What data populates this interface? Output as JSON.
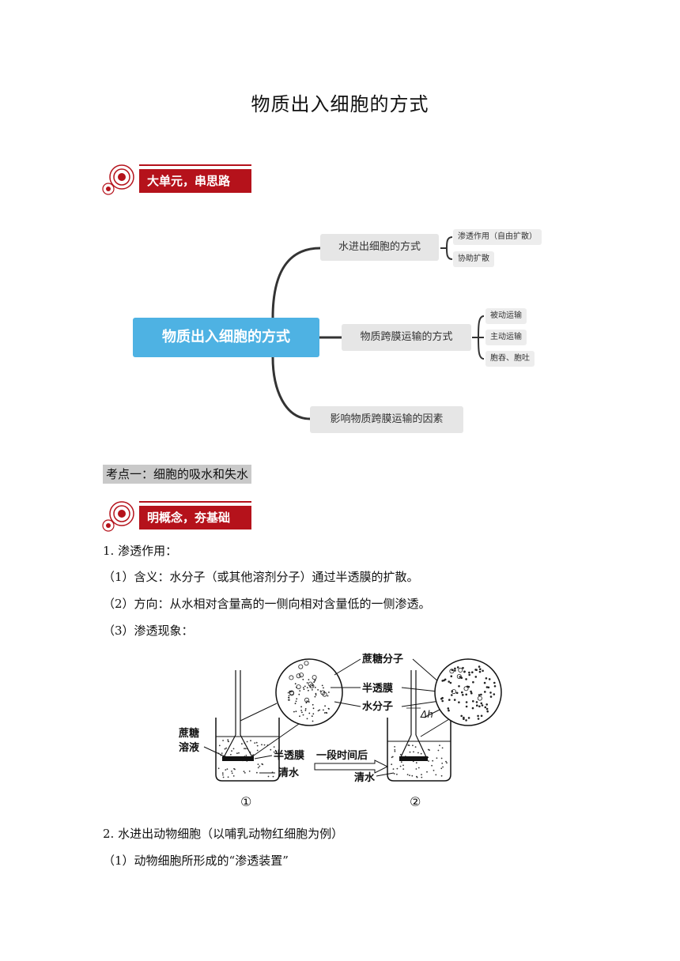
{
  "title": "物质出入细胞的方式",
  "banners": {
    "unit": "大单元，串思路",
    "concept": "明概念，夯基础"
  },
  "mindmap": {
    "root": "物质出入细胞的方式",
    "branches": [
      {
        "label": "水进出细胞的方式",
        "children": [
          "渗透作用（自由扩散）",
          "协助扩散"
        ]
      },
      {
        "label": "物质跨膜运输的方式",
        "children": [
          "被动运输",
          "主动运输",
          "胞吞、胞吐"
        ]
      },
      {
        "label": "影响物质跨膜运输的因素",
        "children": []
      }
    ]
  },
  "section1": {
    "heading": "考点一：细胞的吸水和失水",
    "item1": "1. 渗透作用：",
    "meaning": "（1）含义：水分子（或其他溶剂分子）通过半透膜的扩散。",
    "direction": "（2）方向：从水相对含量高的一侧向相对含量低的一侧渗透。",
    "phenomenon": "（3）渗透现象：",
    "item2": "2. 水进出动物细胞（以哺乳动物红细胞为例）",
    "device": "（1）动物细胞所形成的“渗透装置”"
  },
  "figure": {
    "sucrose_solution_1": "蔗糖",
    "sucrose_solution_2": "溶液",
    "sucrose_molecule": "蔗糖分子",
    "membrane_top": "半透膜",
    "water_molecule": "水分子",
    "delta_h": "Δh",
    "membrane_bottom": "半透膜",
    "arrow_text": "一段时间后",
    "water_left": "清水",
    "water_right": "清水",
    "label_1": "①",
    "label_2": "②"
  }
}
